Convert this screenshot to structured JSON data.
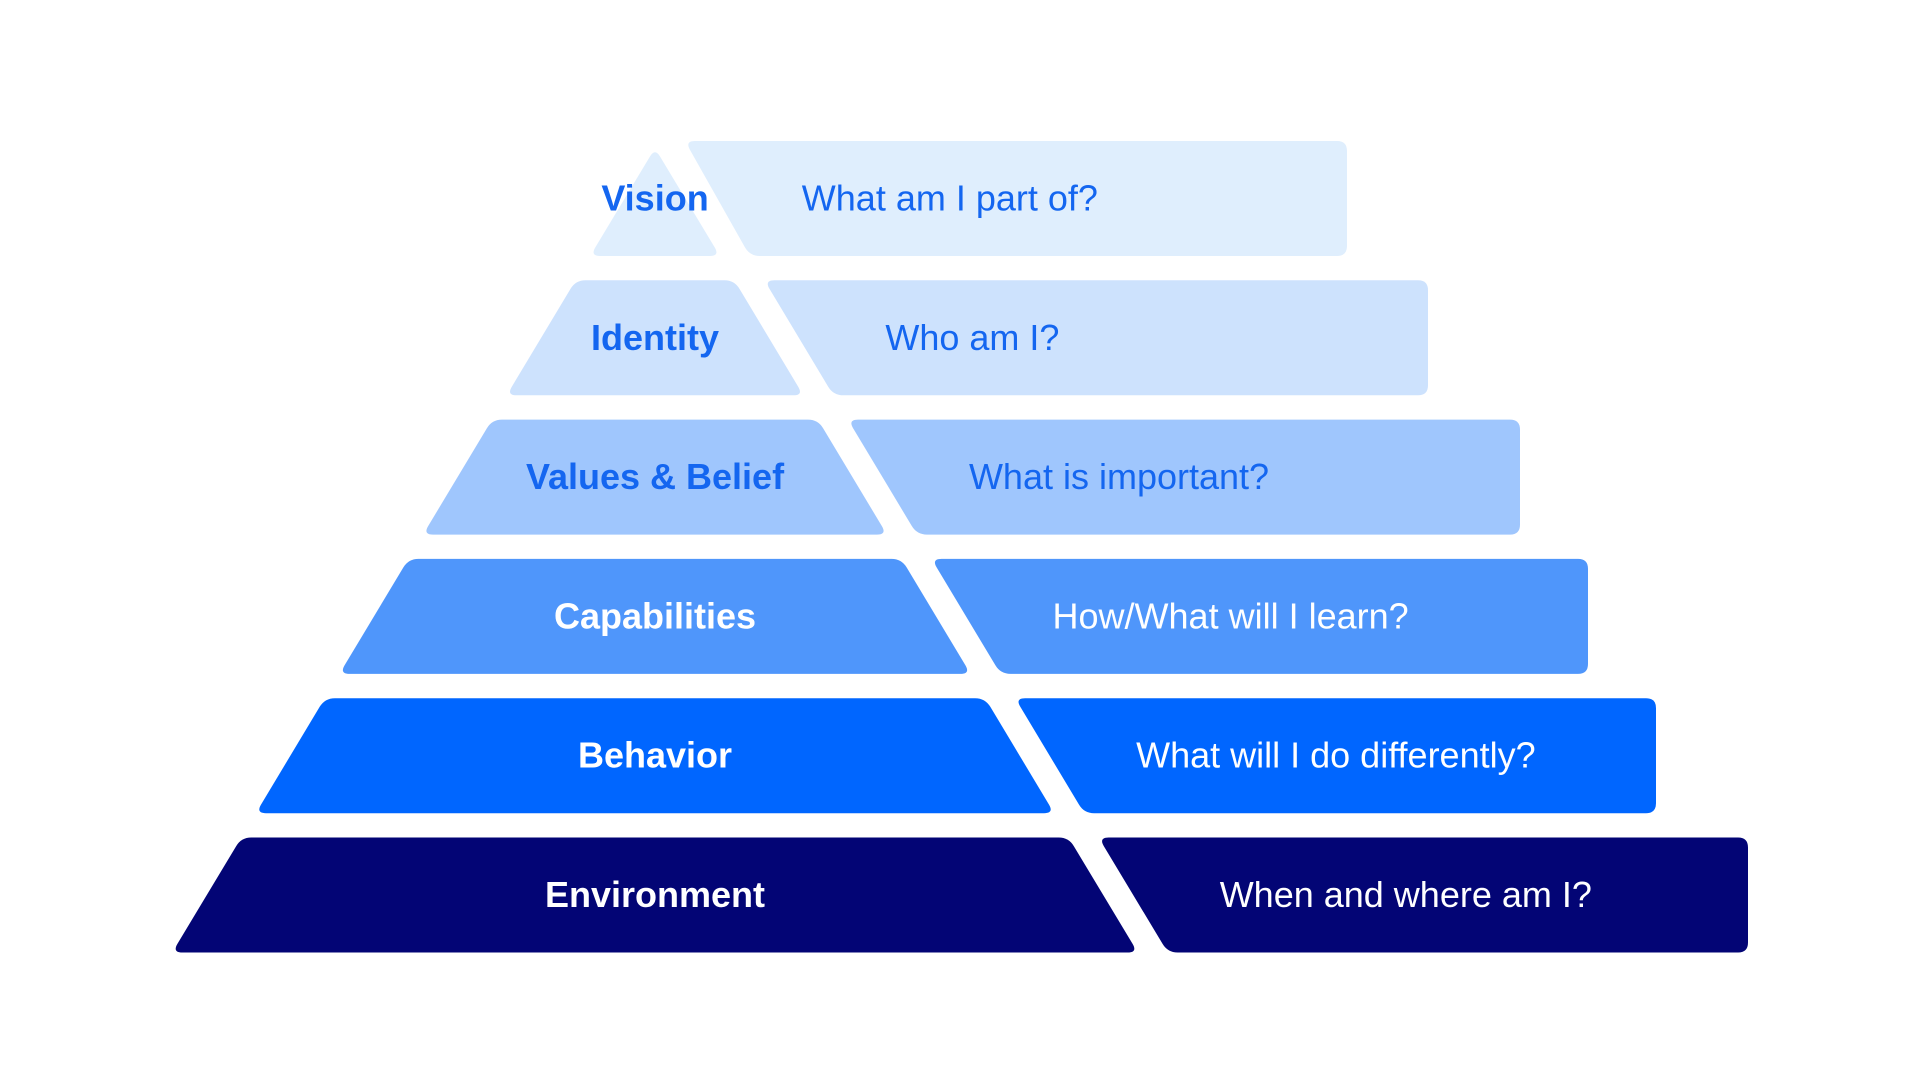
{
  "levels": [
    {
      "label": "Vision",
      "question": "What am I part of?",
      "fill": "#dfeefd",
      "text_color": "#1466f0"
    },
    {
      "label": "Identity",
      "question": "Who am I?",
      "fill": "#cde2fd",
      "text_color": "#1466f0"
    },
    {
      "label": "Values & Belief",
      "question": "What is important?",
      "fill": "#9fc6fd",
      "text_color": "#1466f0"
    },
    {
      "label": "Capabilities",
      "question": "How/What will I learn?",
      "fill": "#4f96fb",
      "text_color": "#ffffff"
    },
    {
      "label": "Behavior",
      "question": "What will I do differently?",
      "fill": "#0066ff",
      "text_color": "#ffffff"
    },
    {
      "label": "Environment",
      "question": "When and where am I?",
      "fill": "#030575",
      "text_color": "#ffffff"
    }
  ]
}
